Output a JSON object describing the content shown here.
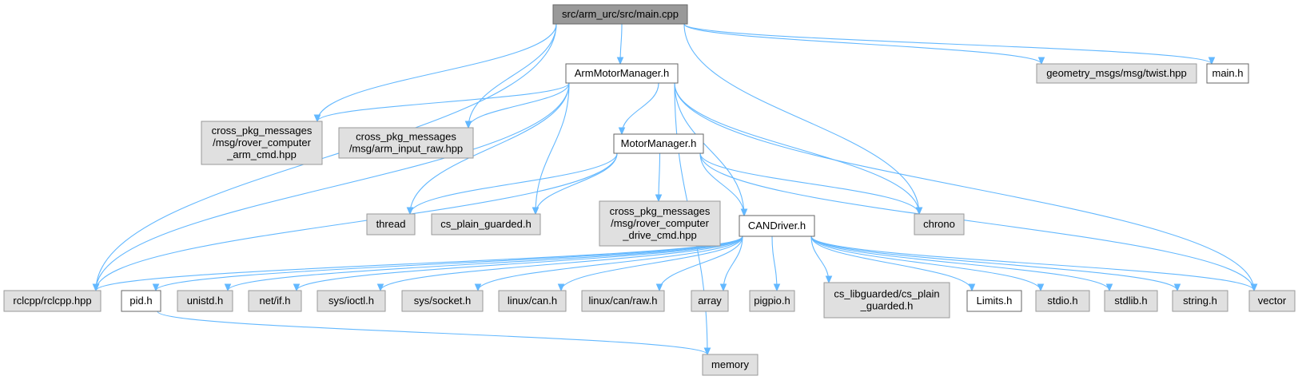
{
  "diagram": {
    "colors": {
      "root_fill": "#999999",
      "root_stroke": "#666666",
      "external_fill": "#e0e0e0",
      "external_stroke": "#999999",
      "documented_fill": "#ffffff",
      "documented_stroke": "#666666",
      "edge": "#63b8ff"
    },
    "nodes": {
      "main_cpp": {
        "lines": [
          "src/arm_urc/src/main.cpp"
        ],
        "style": "root"
      },
      "arm_motor_manager": {
        "lines": [
          "ArmMotorManager.h"
        ],
        "style": "documented"
      },
      "twist": {
        "lines": [
          "geometry_msgs/msg/twist.hpp"
        ],
        "style": "external"
      },
      "main_h": {
        "lines": [
          "main.h"
        ],
        "style": "documented"
      },
      "rover_computer_arm_cmd": {
        "lines": [
          "cross_pkg_messages",
          "/msg/rover_computer",
          "_arm_cmd.hpp"
        ],
        "style": "external"
      },
      "arm_input_raw": {
        "lines": [
          "cross_pkg_messages",
          "/msg/arm_input_raw.hpp"
        ],
        "style": "external"
      },
      "motor_manager": {
        "lines": [
          "MotorManager.h"
        ],
        "style": "documented"
      },
      "thread": {
        "lines": [
          "thread"
        ],
        "style": "external"
      },
      "cs_plain_guarded": {
        "lines": [
          "cs_plain_guarded.h"
        ],
        "style": "external"
      },
      "rover_computer_drive_cmd": {
        "lines": [
          "cross_pkg_messages",
          "/msg/rover_computer",
          "_drive_cmd.hpp"
        ],
        "style": "external"
      },
      "can_driver": {
        "lines": [
          "CANDriver.h"
        ],
        "style": "documented"
      },
      "chrono": {
        "lines": [
          "chrono"
        ],
        "style": "external"
      },
      "rclcpp": {
        "lines": [
          "rclcpp/rclcpp.hpp"
        ],
        "style": "external"
      },
      "pid_h": {
        "lines": [
          "pid.h"
        ],
        "style": "documented"
      },
      "unistd": {
        "lines": [
          "unistd.h"
        ],
        "style": "external"
      },
      "net_if": {
        "lines": [
          "net/if.h"
        ],
        "style": "external"
      },
      "sys_ioctl": {
        "lines": [
          "sys/ioctl.h"
        ],
        "style": "external"
      },
      "sys_socket": {
        "lines": [
          "sys/socket.h"
        ],
        "style": "external"
      },
      "linux_can": {
        "lines": [
          "linux/can.h"
        ],
        "style": "external"
      },
      "linux_can_raw": {
        "lines": [
          "linux/can/raw.h"
        ],
        "style": "external"
      },
      "array": {
        "lines": [
          "array"
        ],
        "style": "external"
      },
      "pigpio": {
        "lines": [
          "pigpio.h"
        ],
        "style": "external"
      },
      "libguarded": {
        "lines": [
          "cs_libguarded/cs_plain",
          "_guarded.h"
        ],
        "style": "external"
      },
      "limits_h": {
        "lines": [
          "Limits.h"
        ],
        "style": "documented"
      },
      "stdio": {
        "lines": [
          "stdio.h"
        ],
        "style": "external"
      },
      "stdlib": {
        "lines": [
          "stdlib.h"
        ],
        "style": "external"
      },
      "string_h": {
        "lines": [
          "string.h"
        ],
        "style": "external"
      },
      "vector": {
        "lines": [
          "vector"
        ],
        "style": "external"
      },
      "memory": {
        "lines": [
          "memory"
        ],
        "style": "external"
      }
    },
    "edges": [
      [
        "main_cpp",
        "arm_motor_manager"
      ],
      [
        "main_cpp",
        "twist"
      ],
      [
        "main_cpp",
        "main_h"
      ],
      [
        "main_cpp",
        "rover_computer_arm_cmd"
      ],
      [
        "main_cpp",
        "arm_input_raw"
      ],
      [
        "main_cpp",
        "rclcpp"
      ],
      [
        "main_cpp",
        "chrono"
      ],
      [
        "arm_motor_manager",
        "rover_computer_arm_cmd"
      ],
      [
        "arm_motor_manager",
        "arm_input_raw"
      ],
      [
        "arm_motor_manager",
        "motor_manager"
      ],
      [
        "arm_motor_manager",
        "thread"
      ],
      [
        "arm_motor_manager",
        "cs_plain_guarded"
      ],
      [
        "arm_motor_manager",
        "can_driver"
      ],
      [
        "arm_motor_manager",
        "chrono"
      ],
      [
        "arm_motor_manager",
        "rclcpp"
      ],
      [
        "arm_motor_manager",
        "vector"
      ],
      [
        "arm_motor_manager",
        "memory"
      ],
      [
        "motor_manager",
        "thread"
      ],
      [
        "motor_manager",
        "cs_plain_guarded"
      ],
      [
        "motor_manager",
        "rover_computer_drive_cmd"
      ],
      [
        "motor_manager",
        "can_driver"
      ],
      [
        "motor_manager",
        "chrono"
      ],
      [
        "motor_manager",
        "rclcpp"
      ],
      [
        "motor_manager",
        "vector"
      ],
      [
        "can_driver",
        "rclcpp"
      ],
      [
        "can_driver",
        "pid_h"
      ],
      [
        "can_driver",
        "unistd"
      ],
      [
        "can_driver",
        "net_if"
      ],
      [
        "can_driver",
        "sys_ioctl"
      ],
      [
        "can_driver",
        "sys_socket"
      ],
      [
        "can_driver",
        "linux_can"
      ],
      [
        "can_driver",
        "linux_can_raw"
      ],
      [
        "can_driver",
        "array"
      ],
      [
        "can_driver",
        "pigpio"
      ],
      [
        "can_driver",
        "libguarded"
      ],
      [
        "can_driver",
        "limits_h"
      ],
      [
        "can_driver",
        "stdio"
      ],
      [
        "can_driver",
        "stdlib"
      ],
      [
        "can_driver",
        "string_h"
      ],
      [
        "can_driver",
        "vector"
      ],
      [
        "pid_h",
        "memory"
      ]
    ]
  }
}
